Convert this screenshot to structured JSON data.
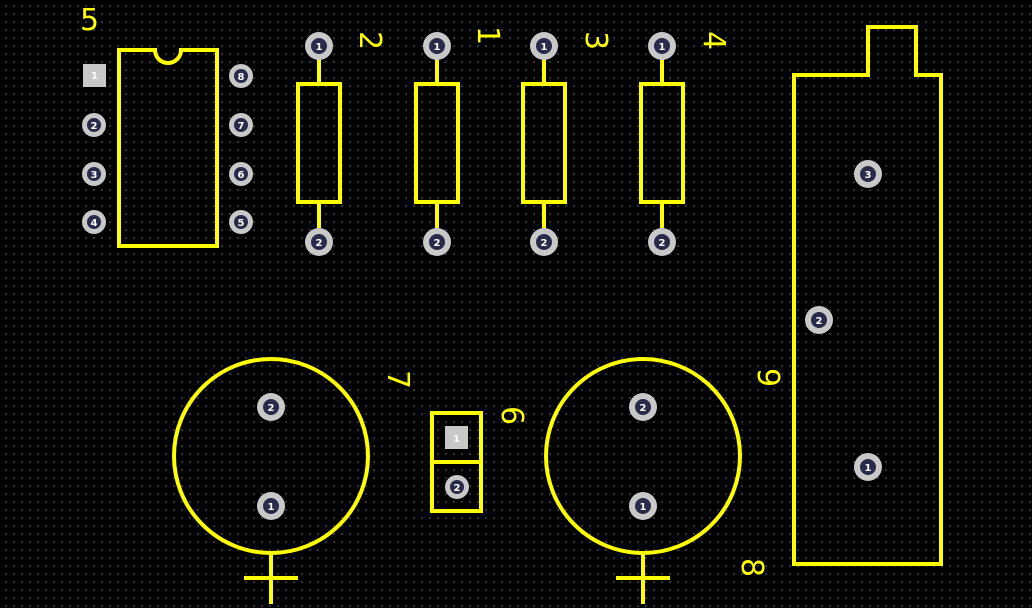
{
  "board": {
    "background": "#000000",
    "silkscreen_color": "#ffff00",
    "pad_color": "#c8c8c8",
    "pad_hole_color": "#2a2a4a",
    "pad_text_color": "#ffffff"
  },
  "designators": {
    "ic": "5",
    "r_a": "2",
    "r_b": "1",
    "r_c": "3",
    "r_d": "4",
    "cap_left": "7",
    "jumper": "6",
    "cap_right": "9",
    "relay": "8"
  },
  "pads": {
    "ic": [
      "1",
      "2",
      "3",
      "4",
      "5",
      "6",
      "7",
      "8"
    ],
    "resistor": [
      "1",
      "2"
    ],
    "cap": [
      "1",
      "2"
    ],
    "jumper": [
      "1",
      "2"
    ],
    "relay": [
      "1",
      "2",
      "3"
    ]
  }
}
